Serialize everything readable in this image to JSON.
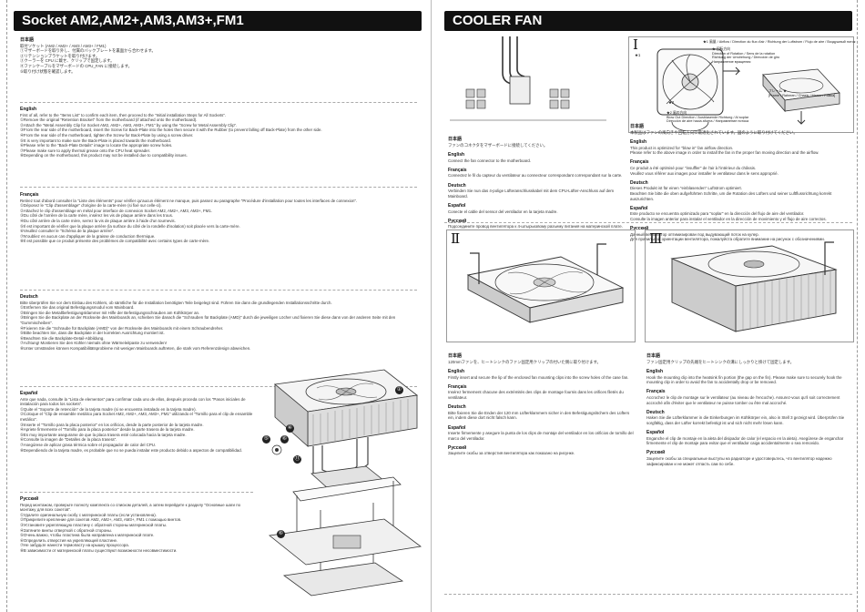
{
  "left_page": {
    "title": "Socket AM2,AM2+,AM3,AM3+,FM1",
    "sections": [
      {
        "lang": "日本語",
        "text": "取付ソケット (AM2 / AM2+ / AM3 / AM3+ / FM1)\n①マザーボードを取り外し、付属のバックプレートを裏面から合わせます。\n②リテンションブラケットを取り付けます。\n③クーラーを CPU に載せ、クリップで固定します。\n④ファンケーブルをマザーボードの CPU_FAN に接続します。\n⑤取り付け状態を確認します。"
      },
      {
        "lang": "English",
        "text": "First of all, refer to the \"Items List\" to confirm each item, then proceed to the \"Initial installation Steps for All Sockets\".\n①Remove the original \"Retention Bracket\" from the motherboard (if attached onto the motherboard).\n②Attach the \"Metal Assembly Clip for Socket AM2, AM2+, AM3, AM3+, FM1\" by using the \"Screw for Metal Assembly Clip\".\n③From the rear side of the motherboard, insert the Screw for Back-Plate into the holes then secure it with the Rubber (to prevent falling off Back-Plate) from the other side.\n④From the rear side of the motherboard, tighten the Screw for Back-Plate by using a screw driver.\n⑤It is very important to make sure the Back-Plate is placed towards the motherboard.\n⑥Please refer to the \"Back-Plate Details\" image to locate the appropriate screw holes.\n⑦Please make sure to apply thermal grease onto the CPU heat spreader.\n⑧Depending on the motherboard, this product may not be installed due to compatibility issues."
      },
      {
        "lang": "Français",
        "text": "Retirez tout d'abord consulter la \"Liste des éléments\" pour vérifier qu'aucun élément ne manque, puis passez au paragraphe \"Procédure d'installation pour toutes les interfaces de connexion\".\n①Déposez le \"Clip d'assemblage\" d'origine de la carte-mère (si fixé sur celle-ci).\n②Attachez le clip d'assemblage en métal pour interface de connexion Socket AM2, AM2+, AM3, AM3+, FM1.\n③Du côté de l'arrière de la carte mère, insérez les vis de plaque arrière dans les trous.\n④Du côté arrière de la carte mère, serrez la vis de plaque arrière à l'aide d'un tournevis.\n⑤Il est important de vérifier que la plaque arrière (la surface du côté de la rondelle d'isolation) soit placée vers la carte-mère.\n⑥Veuillez consulter le \"Schéma de la plaque arrière\".\n⑦N'oubliez en aucun cas d'appliquer de la graisse de conduction thermique.\n⑧Il est possible que ce produit présente des problèmes de compatibilité avec certains types de carte-mère."
      },
      {
        "lang": "Deutsch",
        "text": "Bitte überprüfen Sie vor dem Einbau des Kühlers, ob sämtliche für die Installation benötigten Teile beigelegt sind. Führen Sie dann die grundlegenden Installationsschritte durch.\n①Entfernen Sie das original Befestigungsmodul vom Mainboard.\n②Bringen Sie die Metallbefestigungsklammer mit Hilfe der Befestigungsschrauben am Kühlkörper an.\n③Bringen Sie die Backplate an der Rückseite des Mainboards an, schieben Sie danach die \"Schrauben für Backplate (AMD)\" durch die jeweiligen Löcher und fixieren Sie diese dann von der anderen Seite mit den \"Gummischeiben\".\n④Fixieren Sie die \"Schraube für Backplate (AMD)\" von der Rückseite des Mainboards mit einem Schraubendreher.\n⑤Bitte beachten Sie, dass die Backplate in der korrekten Ausrichtung montiert ist.\n⑥Beachten Sie die Backplate-Detail-Abbildung.\n⑦Achtung! Montieren Sie den Kühler niemals ohne Wärmeleitpaste zu verwenden!\n⑧Unter Umständen können Kompatibilitätsprobleme mit wenigen Mainboards auftreten, die stark vom Referenzdesign abweichen."
      },
      {
        "lang": "Español",
        "text": "Ante que nada, consulte la \"Lista de elementos\" para confirmar cada uno de ellos, después proceda con los \"Pasos iniciales de instalación para todos los sockets\".\n①Quite el \"Soporte de retención\" de la tarjeta madre (si se encuentra instalado en la tarjeta madre).\n②Coloque el \"Clip de ensamble metálico para Socket AM2, AM2+, AM3, AM3+, FM1\" utilizando el \"Tornillo para el clip de ensamble metálico\".\n③Inserte el \"Tornillo para la placa posterior\" en los orificios, desde la parte posterior de la tarjeta madre.\n④Apriete firmemente el \"Tornillo para la placa posterior\" desde la parte trasera de la tarjeta madre.\n⑤Es muy importante asegurarse de que la placa trasera esté colocada hacia la tarjeta madre.\n⑥Consulte la imagen de \"Detalles de la placa trasera\".\n⑦Asegúrese de aplicar grasa térmica sobre el propagador de calor del CPU.\n⑧Dependiendo de la tarjeta madre, es probable que no se pueda instalar este producto debido a aspectos de compatibilidad."
      },
      {
        "lang": "Русский",
        "text": "Перед монтажом, проверьте полноту комплекта со списком деталей, а затем перейдите к разделу \"Основные шаги по монтажу для всех сокетов\".\n①Удалите оригинальную скобу с материнской платы (если установлена).\n②Прикрепите крепление для сокетов AM2, AM2+, AM3, AM3+, FM1 с помощью винтов.\n③Установите укрепляющую пластину с обратной стороны материнской платы.\n④Затяните винты отверткой с обратной стороны.\n⑤Очень важно, чтобы пластина была направлена к материнской плате.\n⑥Определить отверстия на укрепляющей пластине.\n⑦Не забудьте нанести термопасту на крышку процессора.\n⑧В зависимости от материнской платы существуют возможности несовместимости."
      }
    ]
  },
  "right_page": {
    "title": "COOLER FAN",
    "panel1": {
      "roman": "Ⅰ",
      "marker1": "★1",
      "marker2": "★2",
      "label_airflow": "★1 風量 / Airflow / Direction du flux d'air / Richtung der Luftstrom / Flujo de aire / Воздушный поток",
      "label_fan_dir": "★ 回転方向\nDirection of Rotation / Sens de la rotation\nRichtung der Umdrehung / Dirección de giro\nНаправление вращения",
      "label_frame": "フレーム ★\n[Frame / Rahmen / Chasis / Marco / Рамка]",
      "label_fan_dir2": "★2 風の方向\nBlow Out Direction / Ausblasende Richtung / Al soplar\nDirección de aire hacia afuera / Направление потока"
    },
    "panel1_text": [
      {
        "lang": "日本語",
        "text": "ファンのコネクタをマザーボードに接続してください。"
      },
      {
        "lang": "English",
        "text": "Connect the fan connector to the motherboard."
      },
      {
        "lang": "Français",
        "text": "Connectez le fil du capteur du ventilateur au connecteur correspondant correspondant sur la carte."
      },
      {
        "lang": "Deutsch",
        "text": "Verbinden Sie nun das 4-polige Lüfteranschlusskabel mit dem CPU-Lüfter-Anschluss auf dem Mainboard."
      },
      {
        "lang": "Español",
        "text": "Conecte el cable del sensor del ventilador en la tarjeta madre."
      },
      {
        "lang": "Русский",
        "text": "Подсоедините провод вентилятора к 4-штырьковому разъему питания на материнской плате."
      }
    ],
    "panel2_text": [
      {
        "lang": "日本語",
        "text": "本製品はファンの風向きや回転方向に最適化されています。図のように取り付けてください。"
      },
      {
        "lang": "English",
        "text": "This product is optimized for \"blow in\" fan airflow direction.\nPlease refer to the above image in order to install the fan in the proper fan moving direction and the airflow."
      },
      {
        "lang": "Français",
        "text": "Ce produit a été optimisé pour \"insuffler\" de l'air à l'intérieur du châssis.\nVeuillez vous référer aux images pour installer le ventilateur dans le sens approprié."
      },
      {
        "lang": "Deutsch",
        "text": "Dieses Produkt ist für einen \"einblasenden\" Luftstrom optimiert.\nBeachten Sie bitte die oben aufgeführten Schritte, um die Rotation des Lüfters und seiner Luftflussrichtung korrekt auszurichten."
      },
      {
        "lang": "Español",
        "text": "Este producto se encuentra optimizado para \"soplar\" en la dirección del flujo de aire del ventilador.\nConsulte la imagen anterior para instalar el ventilador en la dirección de movimiento y el flujo de aire correctos."
      },
      {
        "lang": "Русский",
        "text": "Данный вентилятор оптимизирован под выдувающий поток на кулер.\nДля правильной ориентации вентилятора, пожалуйста обратите внимание на рисунок с обозначениями."
      }
    ],
    "panel3": {
      "roman": "Ⅱ"
    },
    "panel3_text": [
      {
        "lang": "日本語",
        "text": "120mmファンを、ヒートシンクのファン固定用クリップの付いた側に取り付けます。"
      },
      {
        "lang": "English",
        "text": "Firstly insert and secure the lip of the enclosed fan mounting clips into the screw holes of the case fan."
      },
      {
        "lang": "Français",
        "text": "Insérez fermement chacune des extrémités des clips de montage fournis dans les orifices filetés du ventilateur."
      },
      {
        "lang": "Deutsch",
        "text": "Bitte fixieren Sie die Enden der 120 mm Lüfterklammern sicher in den Befestigungslöchern des Lüfters ein, indem diese dort nicht falsch kann."
      },
      {
        "lang": "Español",
        "text": "Inserte firmemente y asegure la punta de los clips de montaje del ventilador en los orificios de tornillo del marco del ventilador."
      },
      {
        "lang": "Русский",
        "text": "Зацепите скобы за отверстия вентилятора как показано на рисунке."
      }
    ],
    "panel4": {
      "roman": "Ⅲ"
    },
    "panel4_text": [
      {
        "lang": "日本語",
        "text": "ファン固定用クリップの先端をヒートシンクの溝にしっかりと掛けて固定します。"
      },
      {
        "lang": "English",
        "text": "Hook the mounting clip into the heatsink fin portion (the gap on the fin). Please make sure to securely hook the mounting clip in order to avoid the fan to accidentally drop or be removed."
      },
      {
        "lang": "Français",
        "text": "Accrochez le clip de montage sur le ventilateur (au niveau de l'encoche). Assurez-vous qu'il soit correctement accroché afin d'éviter que le ventilateur ne puisse tomber ou être mal accroché."
      },
      {
        "lang": "Deutsch",
        "text": "Haken Sie die Lüfterklammer in die Einkerbungen im Kühlkörper ein, also in Stell 3 gezeigt wird. Überprüfen Sie sorgfältig, dass der Lüfter korrekt befestigt ist und sich nicht mehr lösen kann."
      },
      {
        "lang": "Español",
        "text": "Enganche el clip de montaje en la aleta del disipador de calor (el espacio en la aleta). Asegúrese de enganchar firmemente el clip de montaje para evitar que el ventilador caiga accidentalmente o sea removido."
      },
      {
        "lang": "Русский",
        "text": "Зацепите скобы за специальные выступы на радиаторе и удостоверьтесь, что вентилятор надежно зафиксирован и не может отпасть сам по себе."
      }
    ]
  },
  "callouts": {
    "c1": "①",
    "c4": "④",
    "c5": "⑤",
    "c6": "⑥",
    "c8": "⑧",
    "c11": "⑪"
  }
}
